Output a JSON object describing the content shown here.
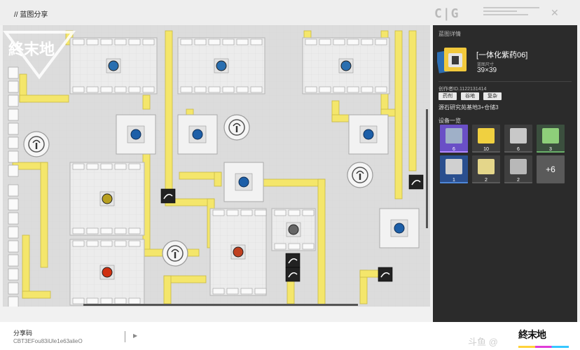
{
  "header": {
    "title": "// 蓝图分享",
    "deco_code": "C|G"
  },
  "map": {
    "logo_text": "終末地"
  },
  "panel": {
    "title": "蓝图详情",
    "blueprint_name": "[一体化紫药06]",
    "size_label": "蓝图尺寸",
    "size_value": "39×39",
    "author": "创作者ID.1122131414",
    "tags": [
      "药剂",
      "谷地",
      "复杂"
    ],
    "location": "源石研究苑基地3+仓储3",
    "devices_title": "设备一览",
    "devices": [
      {
        "count": "6",
        "bg": "#6a4fc6",
        "stripe": "#b088ff",
        "art": "#9fb0c8"
      },
      {
        "count": "10",
        "bg": "#3d3d3d",
        "stripe": "#5a5a5a",
        "art": "#f0d040"
      },
      {
        "count": "6",
        "bg": "#3d3d3d",
        "stripe": "#5a5a5a",
        "art": "#c8c8c8"
      },
      {
        "count": "3",
        "bg": "#3b4f3e",
        "stripe": "#6ab06a",
        "art": "#8ecf7a"
      },
      {
        "count": "1",
        "bg": "#2a4f8f",
        "stripe": "#4f88d8",
        "art": "#d0d0d0"
      },
      {
        "count": "2",
        "bg": "#3f3f3f",
        "stripe": "#5a5a5a",
        "art": "#e4d68a"
      },
      {
        "count": "2",
        "bg": "#3f3f3f",
        "stripe": "#5a5a5a",
        "art": "#b8b8b8"
      }
    ],
    "more_label": "+6"
  },
  "footer": {
    "code_label": "分享码",
    "code_value": "CBT3EFou83iUle1e63alieO",
    "watermark": "斗鱼 @",
    "brand": "終末地"
  },
  "colors": {
    "belt": "#f4e66b",
    "belt_edge": "#c9b844",
    "accent_yellow": "#ffd23a",
    "accent_magenta": "#e03cd8",
    "accent_cyan": "#36c7ff"
  }
}
